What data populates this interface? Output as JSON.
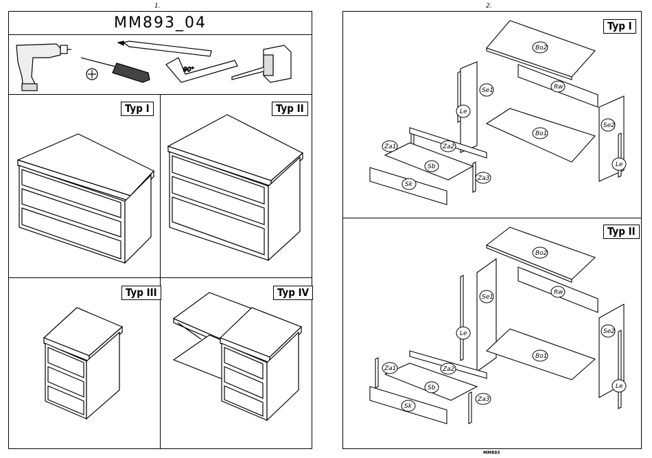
{
  "page1": {
    "number": "1.",
    "title": "MM893_04"
  },
  "page2": {
    "number": "2.",
    "footer": "MM893"
  },
  "types": {
    "t1": "Typ I",
    "t2": "Typ II",
    "t3": "Typ III",
    "t4": "Typ IV"
  },
  "tools": {
    "square_angle": "90°"
  },
  "parts": {
    "bo2": "Bo2",
    "bo1": "Bo1",
    "rw": "Rw",
    "se1": "Se1",
    "se2": "Se2",
    "le": "Le",
    "za1": "Za1",
    "za2": "Za2",
    "za3": "Za3",
    "sb": "Sb",
    "sk": "Sk"
  }
}
